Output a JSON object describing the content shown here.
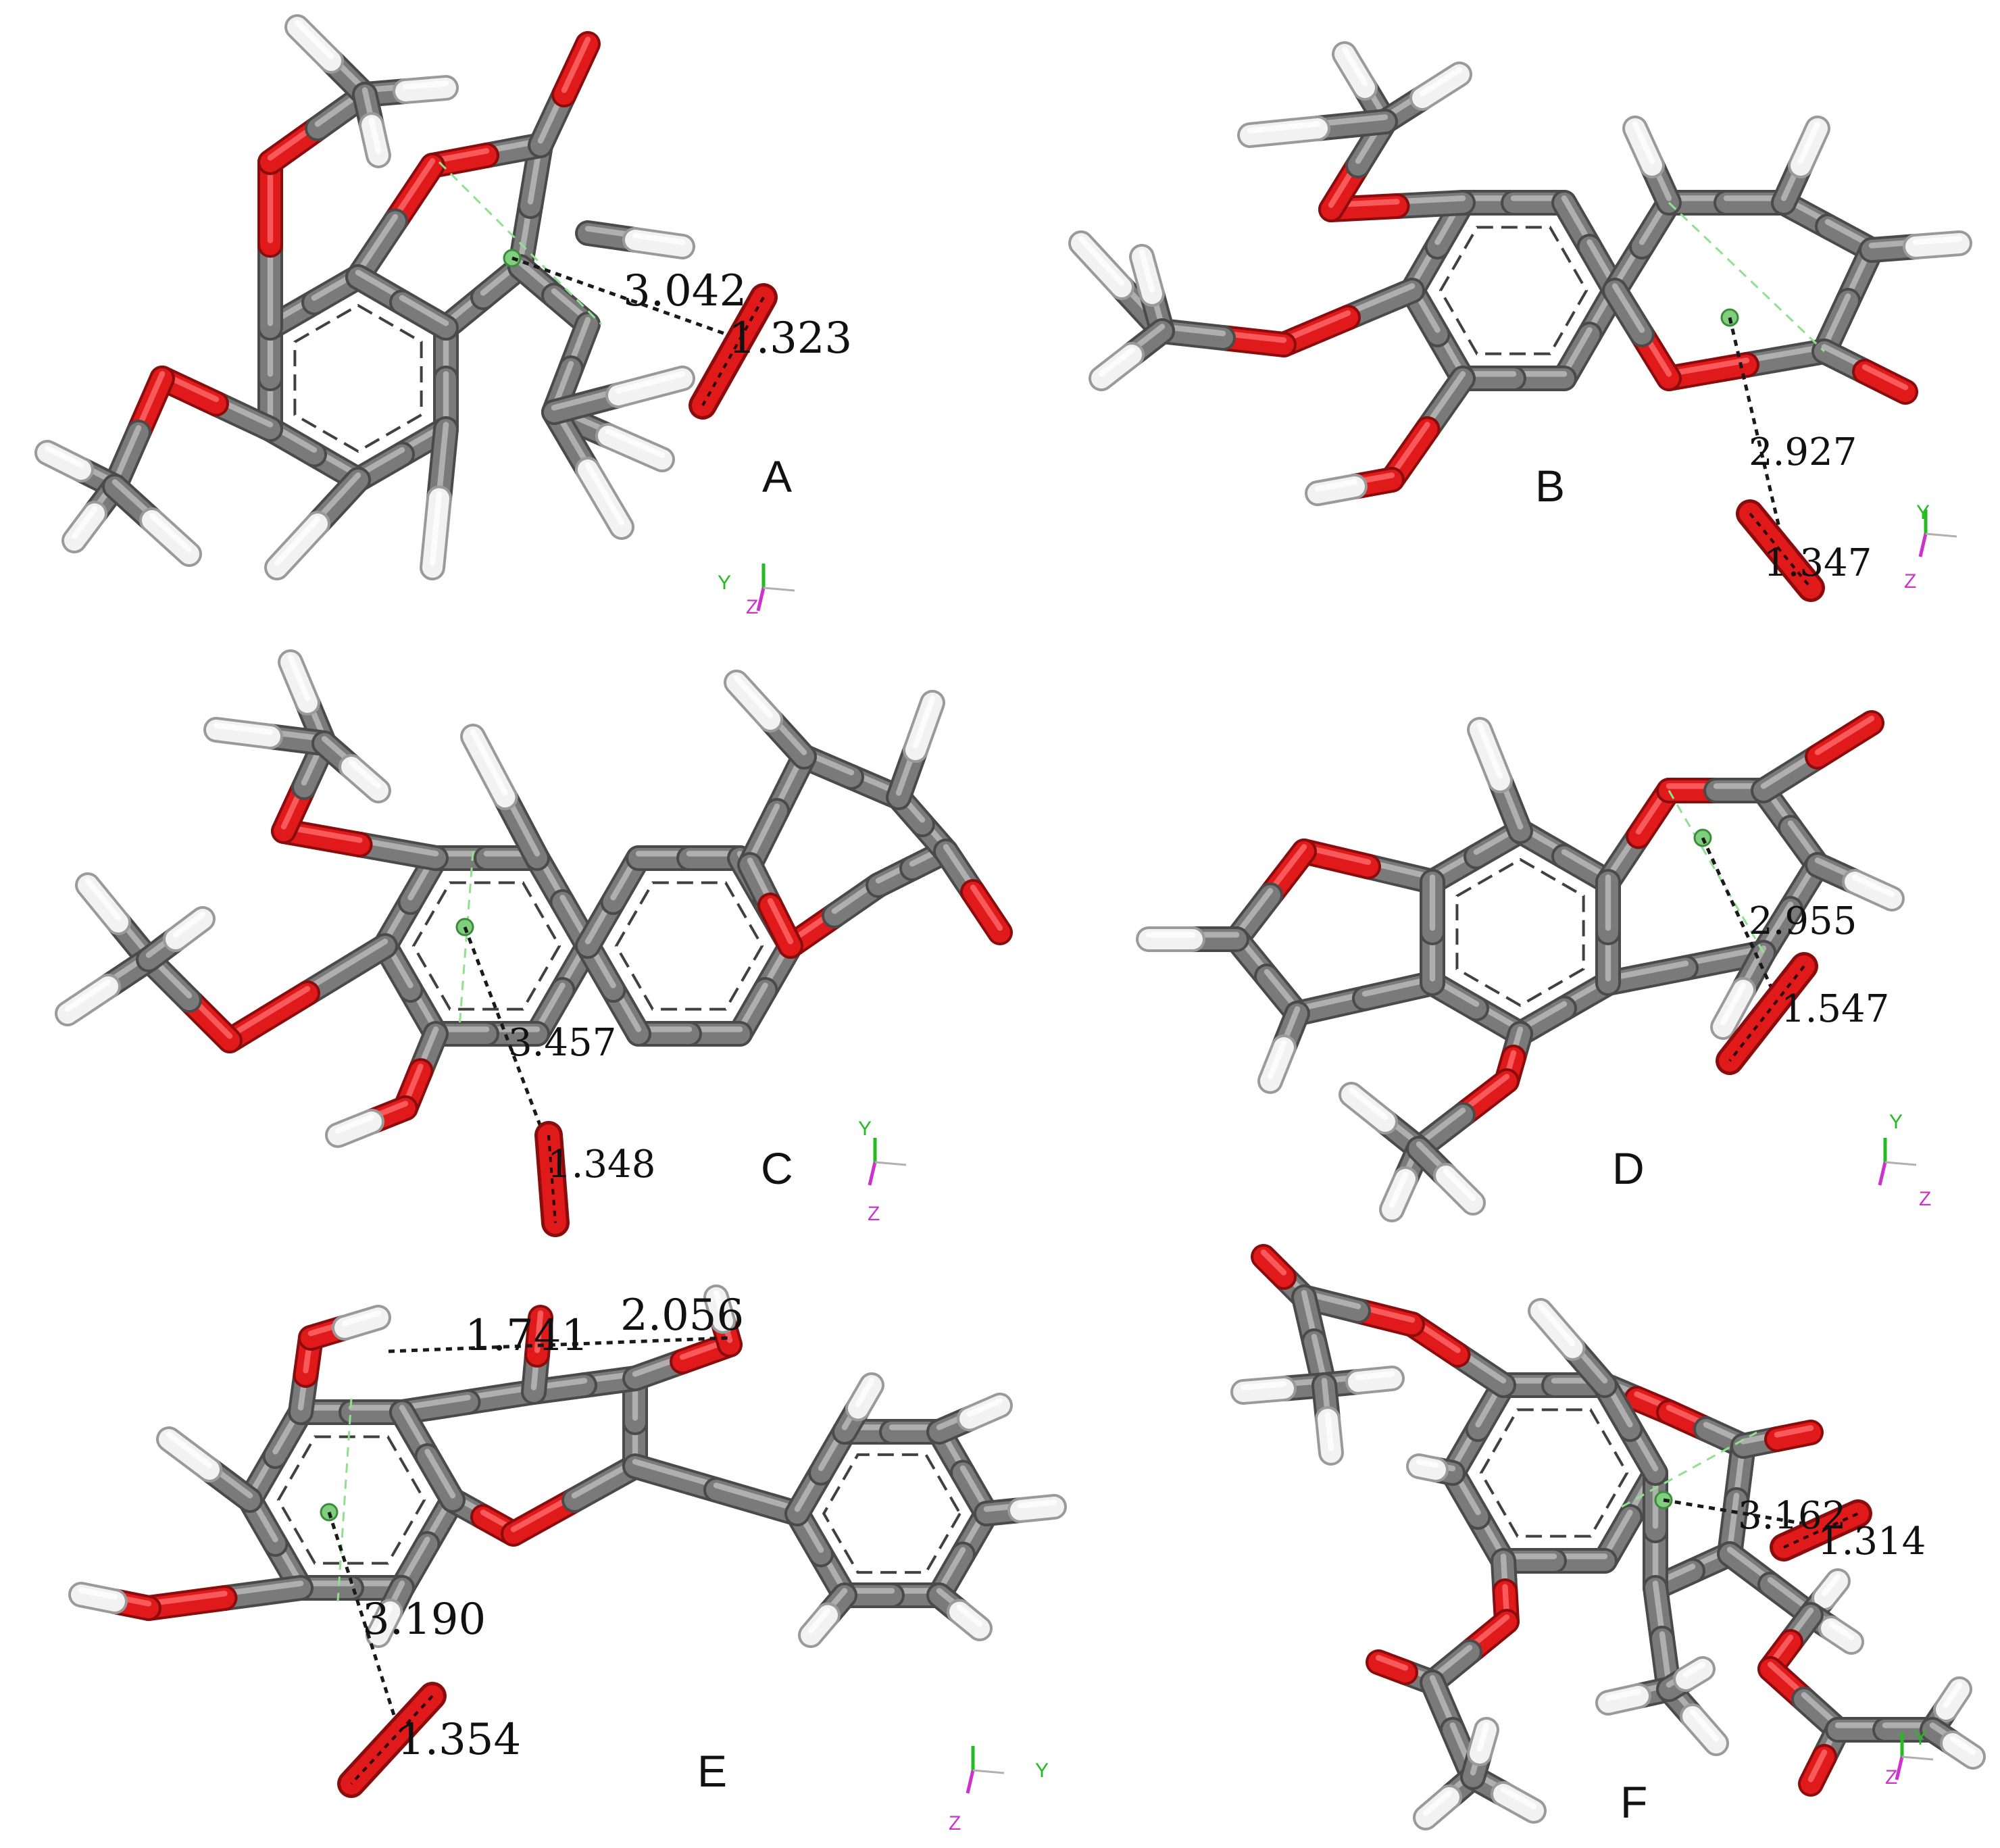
{
  "figure": {
    "panels": [
      {
        "id": "A",
        "label": "A",
        "distances": [
          "3.042",
          "1.323"
        ],
        "axes": [
          "Y",
          "Z"
        ]
      },
      {
        "id": "B",
        "label": "B",
        "distances": [
          "2.927",
          "1.347"
        ],
        "axes": [
          "Y",
          "Z"
        ]
      },
      {
        "id": "C",
        "label": "C",
        "distances": [
          "3.457",
          "1.348"
        ],
        "axes": [
          "Y",
          "Z"
        ]
      },
      {
        "id": "D",
        "label": "D",
        "distances": [
          "2.955",
          "1.547"
        ],
        "axes": [
          "Y",
          "Z"
        ]
      },
      {
        "id": "E",
        "label": "E",
        "distances": [
          "1.741",
          "2.056",
          "3.190",
          "1.354"
        ],
        "axes": [
          "Y",
          "Z"
        ]
      },
      {
        "id": "F",
        "label": "F",
        "distances": [
          "3.162",
          "1.314"
        ],
        "axes": [
          "Y",
          "Z"
        ]
      }
    ]
  },
  "colors": {
    "carbon": "#7a7a7a",
    "oxygen": "#e0191b",
    "hydrogen": "#f2f2f2",
    "centroid": "#7fcf7f",
    "axis_y": "#22bb22",
    "axis_z": "#cc33cc"
  }
}
